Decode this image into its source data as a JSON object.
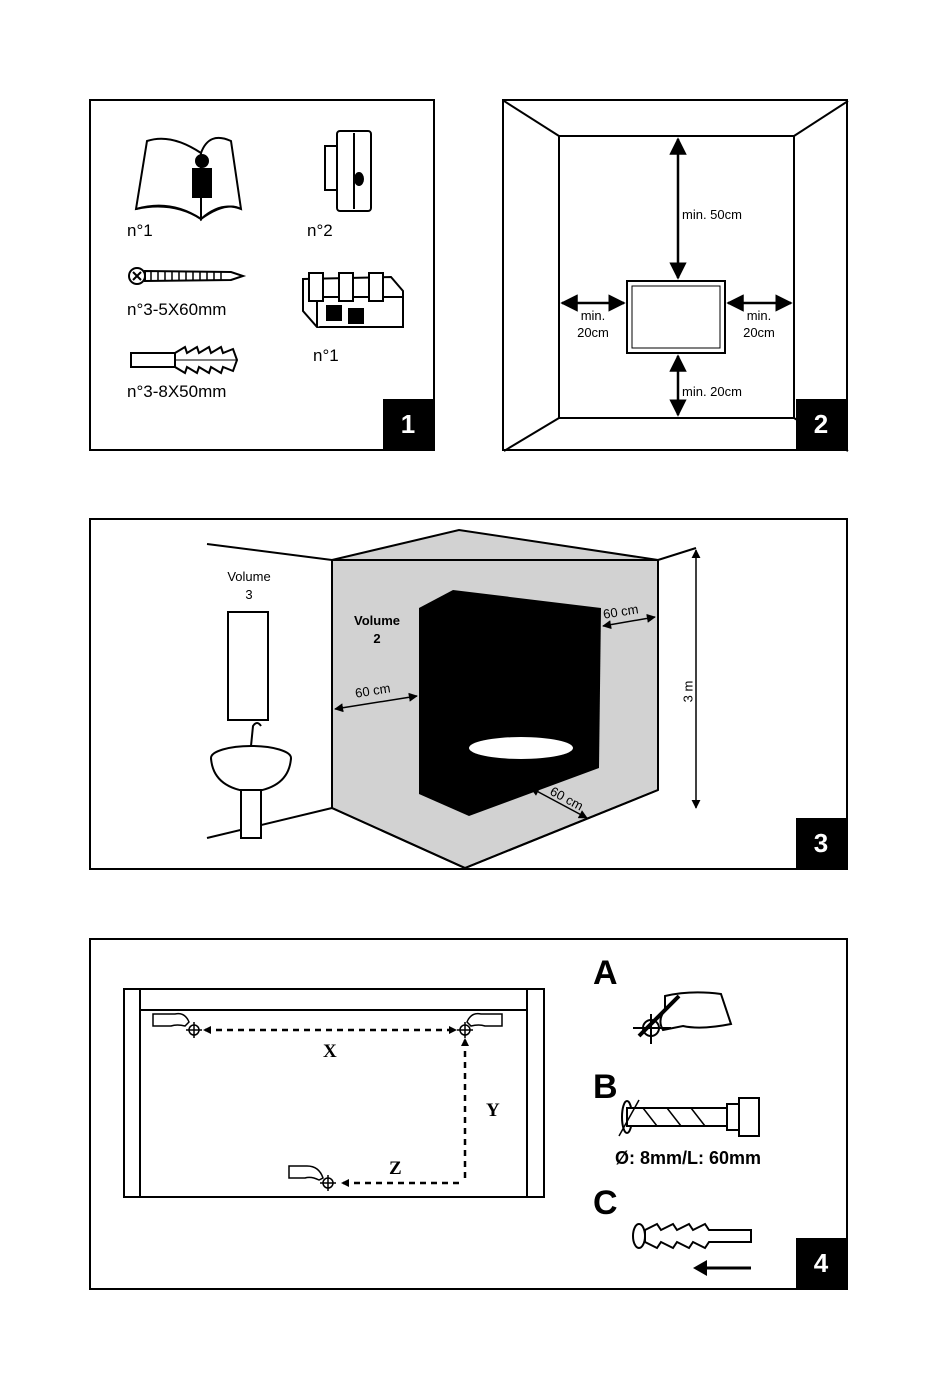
{
  "fig1": {
    "number": "1",
    "items": [
      {
        "label": "n°1",
        "icon": "manual-book-icon"
      },
      {
        "label": "n°2",
        "icon": "bracket-plate-icon"
      },
      {
        "label": "n°3-5X60mm",
        "icon": "screw-icon"
      },
      {
        "label": "n°1",
        "icon": "mounting-bracket-icon"
      },
      {
        "label": "n°3-8X50mm",
        "icon": "wall-plug-icon"
      }
    ]
  },
  "fig2": {
    "number": "2",
    "top": "min. 50cm",
    "left": "min.\n20cm",
    "right": "min.\n20cm",
    "bottom": "min. 20cm"
  },
  "fig3": {
    "number": "3",
    "volume3": "Volume\n3",
    "volume2": "Volume\n2",
    "dim_left": "60 cm",
    "dim_right": "60 cm",
    "dim_floor": "60 cm",
    "height": "3 m"
  },
  "fig4": {
    "number": "4",
    "x": "X",
    "y": "Y",
    "z": "Z",
    "step_a": "A",
    "step_b": "B",
    "step_c": "C",
    "drill_spec": "Ø: 8mm/L: 60mm"
  }
}
